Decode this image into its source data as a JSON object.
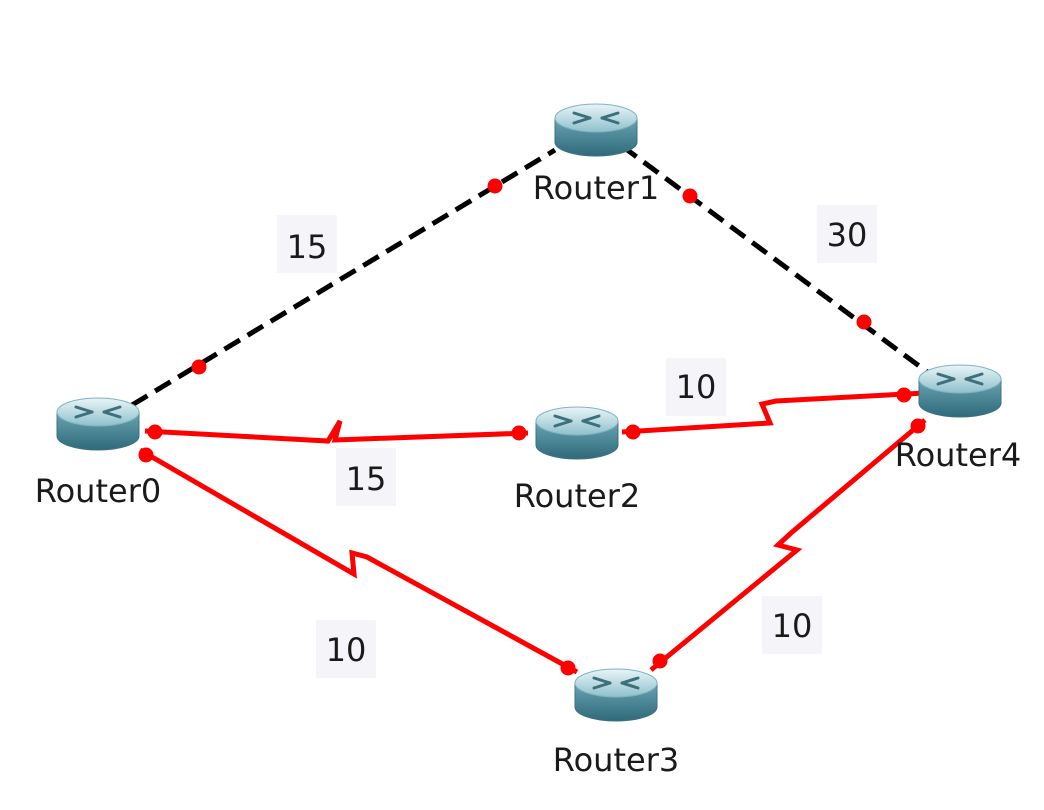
{
  "routers": [
    {
      "id": "r0",
      "label": "Router0"
    },
    {
      "id": "r1",
      "label": "Router1"
    },
    {
      "id": "r2",
      "label": "Router2"
    },
    {
      "id": "r3",
      "label": "Router3"
    },
    {
      "id": "r4",
      "label": "Router4"
    }
  ],
  "links": [
    {
      "id": "r0-r1",
      "from": "Router0",
      "to": "Router1",
      "cost": "15",
      "style": "dashed",
      "color": "#000000"
    },
    {
      "id": "r1-r4",
      "from": "Router1",
      "to": "Router4",
      "cost": "30",
      "style": "dashed",
      "color": "#000000"
    },
    {
      "id": "r0-r2",
      "from": "Router0",
      "to": "Router2",
      "cost": "15",
      "style": "serial",
      "color": "#ff0000"
    },
    {
      "id": "r2-r4",
      "from": "Router2",
      "to": "Router4",
      "cost": "10",
      "style": "serial",
      "color": "#ff0000"
    },
    {
      "id": "r0-r3",
      "from": "Router0",
      "to": "Router3",
      "cost": "10",
      "style": "serial",
      "color": "#ff0000"
    },
    {
      "id": "r3-r4",
      "from": "Router3",
      "to": "Router4",
      "cost": "10",
      "style": "serial",
      "color": "#ff0000"
    }
  ],
  "colors": {
    "link_active": "#ff0000",
    "link_dashed": "#000000",
    "endpoint": "#ff0000",
    "router_body": "#5f9aa8"
  }
}
